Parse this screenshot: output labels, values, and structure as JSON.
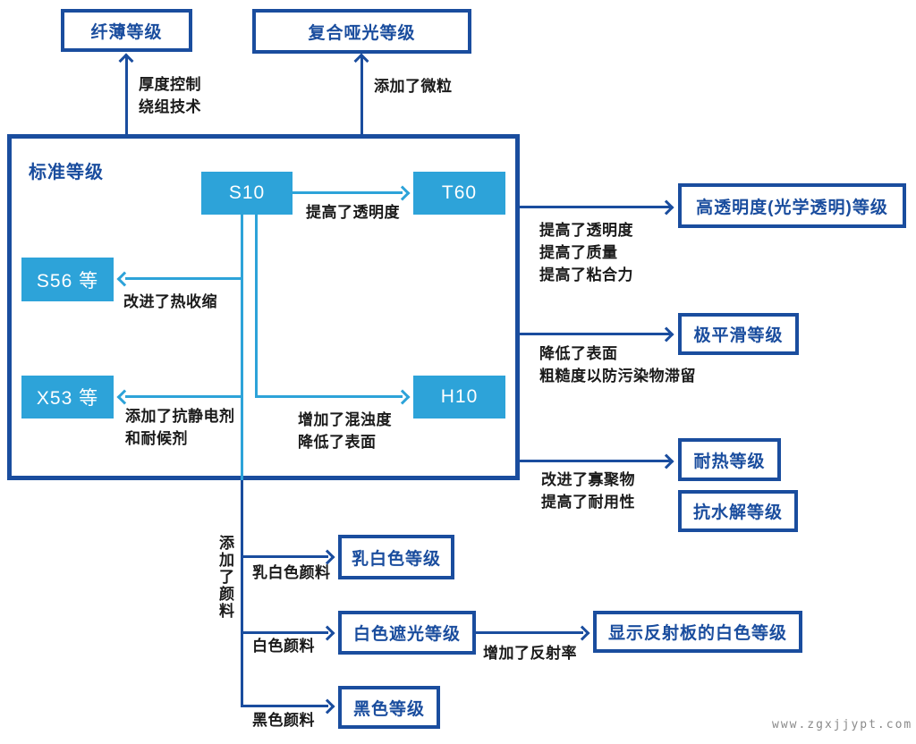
{
  "colors": {
    "navy": "#1a4d9e",
    "light_blue": "#2da3d9",
    "label_text": "#1a1a1a",
    "watermark_gray": "#8a8a8a"
  },
  "nodes": {
    "thin": "纤薄等级",
    "matte": "复合哑光等级",
    "standard": "标准等级",
    "s10": "S10",
    "t60": "T60",
    "s56": "S56 等",
    "x53": "X53 等",
    "h10": "H10",
    "high_transparency": "高透明度(光学透明)等级",
    "ultra_smooth": "极平滑等级",
    "heat": "耐热等级",
    "hydrolysis": "抗水解等级",
    "milky": "乳白色等级",
    "white_opaque": "白色遮光等级",
    "black": "黑色等级",
    "display_white": "显示反射板的白色等级"
  },
  "edge_labels": {
    "to_thin": "厚度控制\n绕组技术",
    "to_matte": "添加了微粒",
    "to_t60": "提高了透明度",
    "to_s56": "改进了热收缩",
    "to_x53": "添加了抗静电剂\n和耐候剂",
    "to_h10": "增加了混浊度\n降低了表面",
    "to_high_transparency": "提高了透明度\n提高了质量\n提高了粘合力",
    "to_ultra_smooth": "降低了表面\n粗糙度以防污染物滞留",
    "to_heat": "改进了寡聚物\n提高了耐用性",
    "pigment_trunk": "添加了颜料",
    "to_milky": "乳白色颜料",
    "to_white_opaque": "白色颜料",
    "to_black": "黑色颜料",
    "to_display_white": "增加了反射率"
  },
  "watermark": "www.zgxjjypt.com"
}
